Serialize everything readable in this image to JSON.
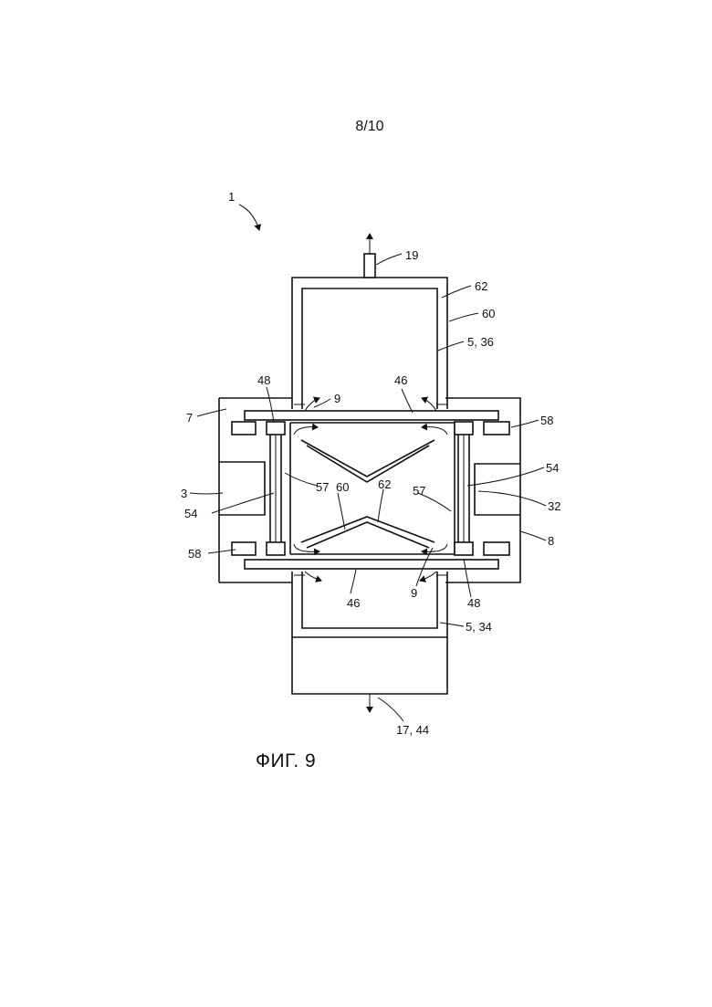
{
  "sheet": {
    "number": "8/10"
  },
  "figure": {
    "caption": "ФИГ. 9"
  },
  "labels": {
    "l1": "1",
    "l19": "19",
    "l62_top": "62",
    "l60_top": "60",
    "l5_36": "5, 36",
    "l48_tl": "48",
    "l9_top": "9",
    "l46_top": "46",
    "l7": "7",
    "l58_tr": "58",
    "l3": "3",
    "l54_left": "54",
    "l57_left": "57",
    "l60_mid": "60",
    "l62_mid": "62",
    "l57_right": "57",
    "l54_right": "54",
    "l32": "32",
    "l8": "8",
    "l58_bl": "58",
    "l9_bot": "9",
    "l48_br": "48",
    "l46_bot": "46",
    "l5_34": "5, 34",
    "l17_44": "17, 44"
  }
}
